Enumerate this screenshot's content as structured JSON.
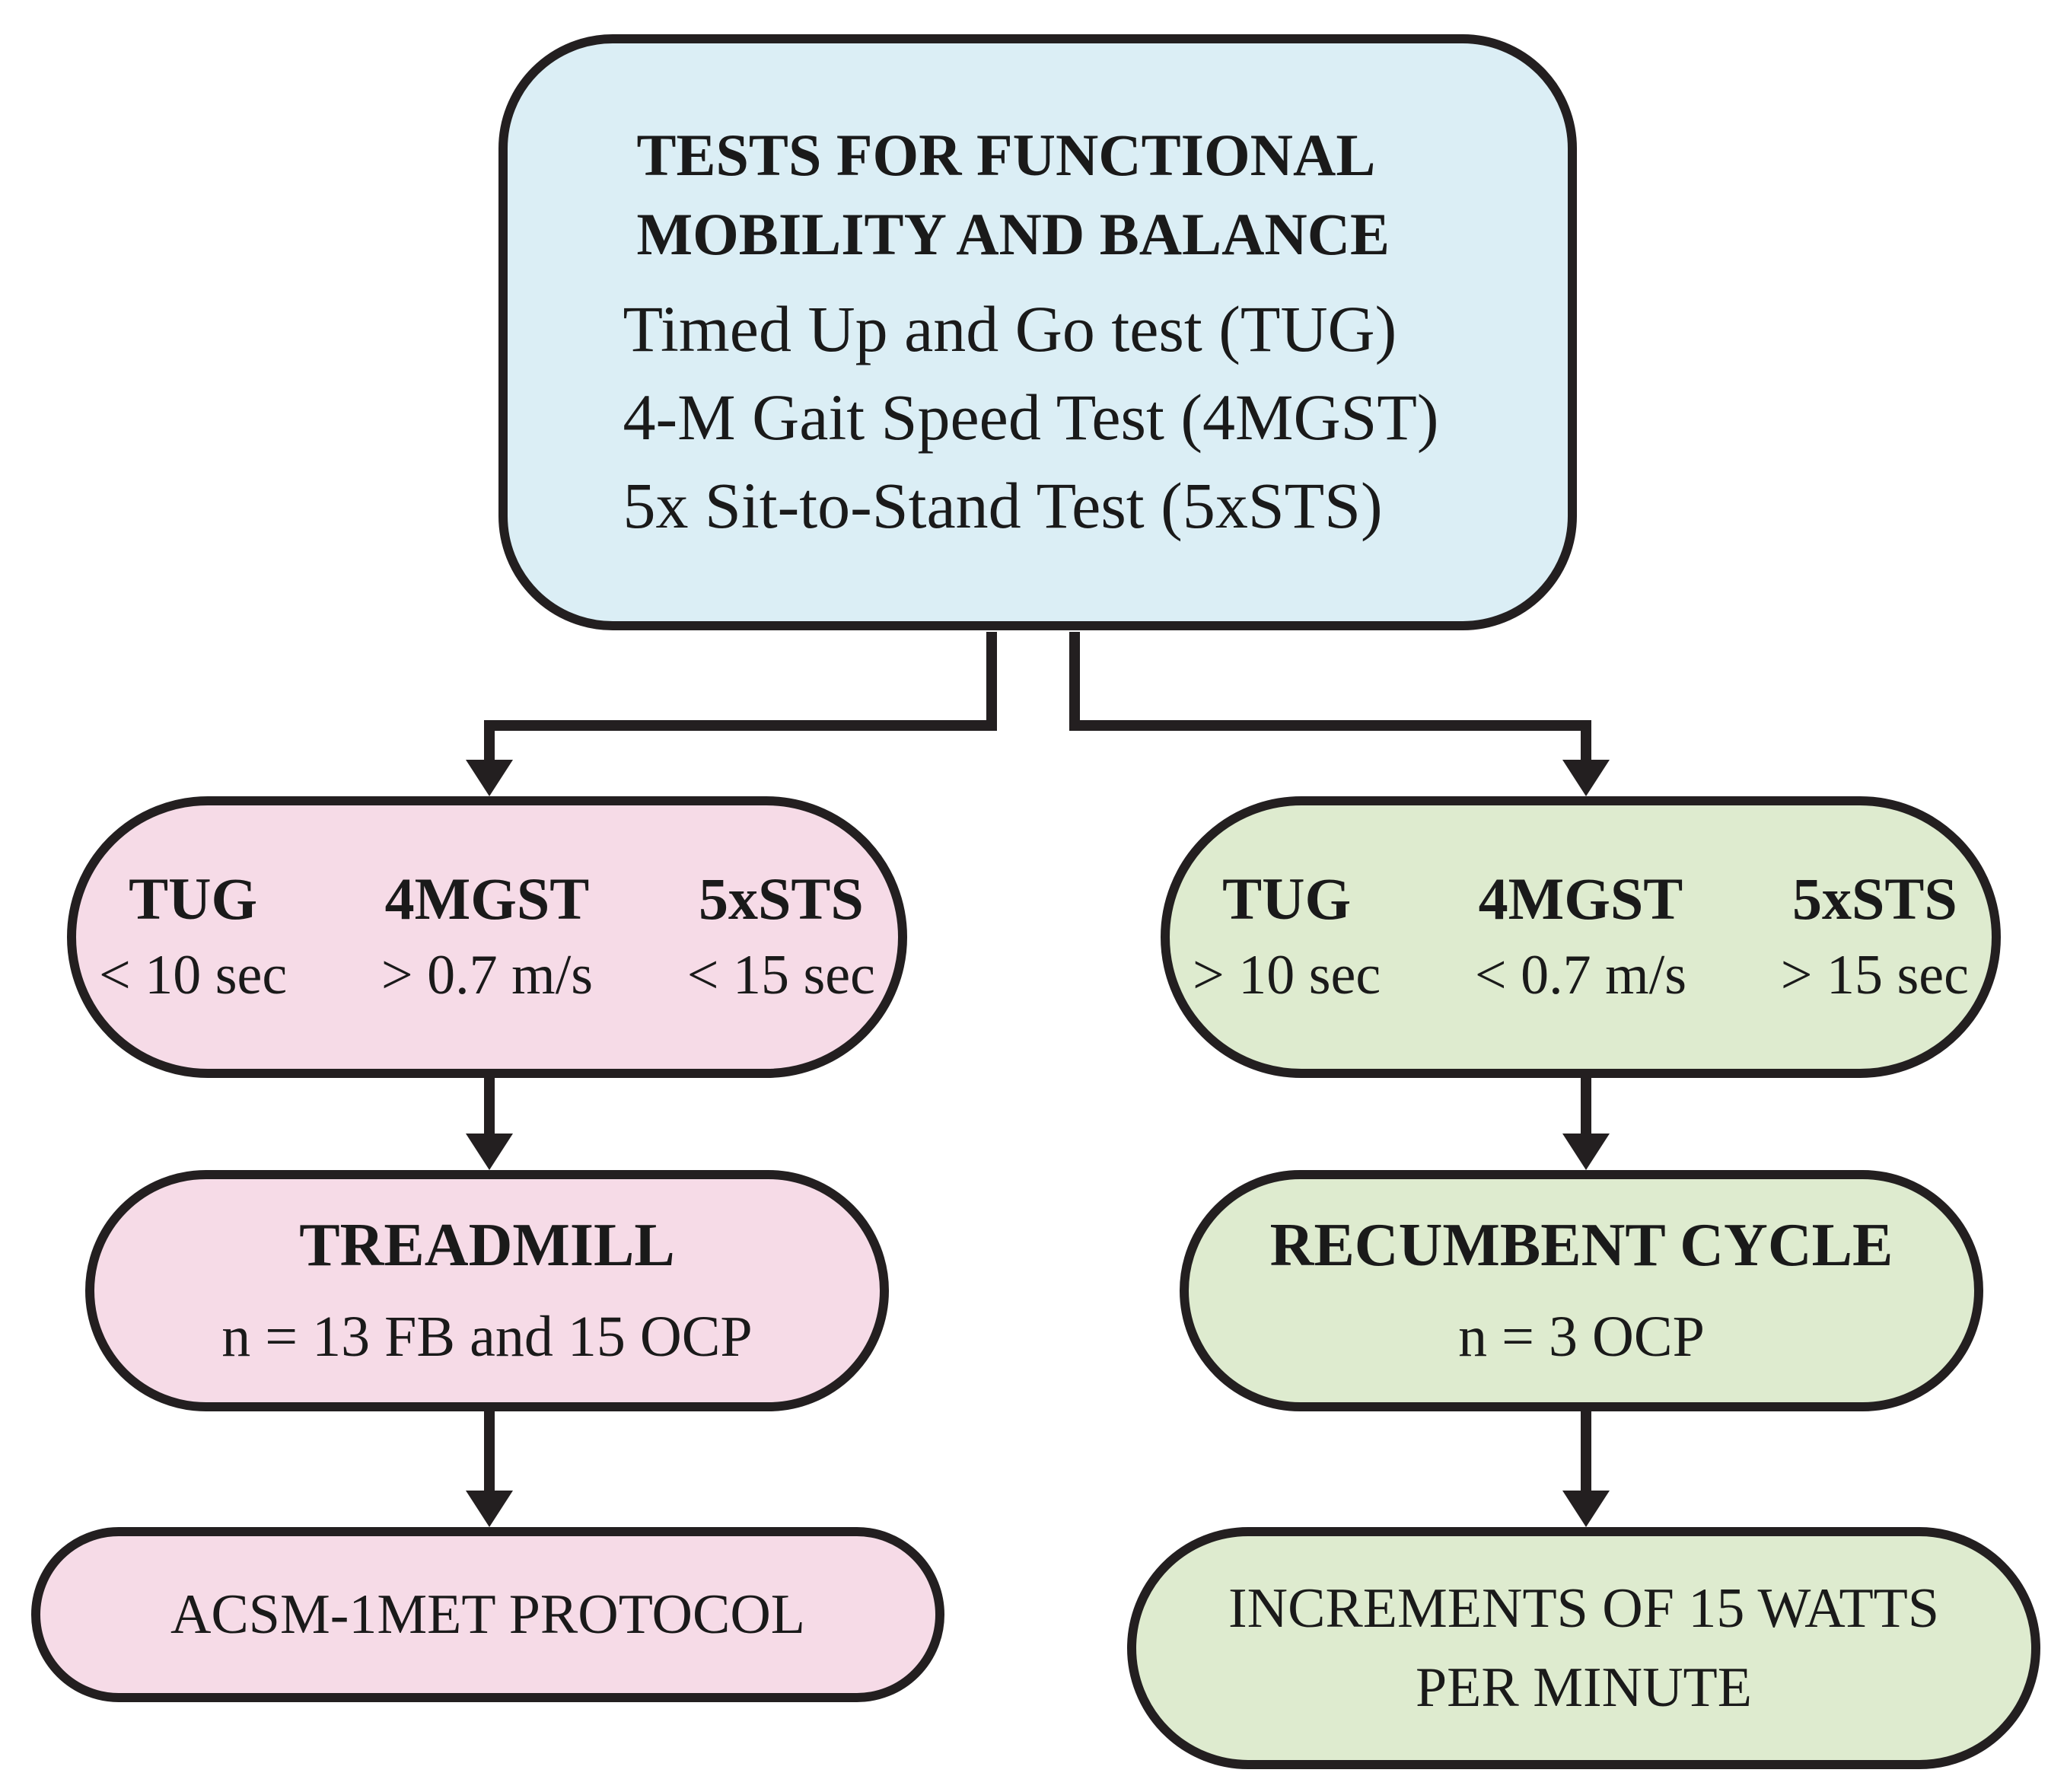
{
  "top": {
    "heading_line1": "TESTS FOR FUNCTIONAL",
    "heading_line2": "MOBILITY AND BALANCE",
    "tests": [
      "Timed Up and Go test (TUG)",
      "4-M Gait Speed Test (4MGST)",
      "5x Sit-to-Stand Test (5xSTS)"
    ]
  },
  "left": {
    "criteria": [
      {
        "name": "TUG",
        "value": "< 10 sec"
      },
      {
        "name": "4MGST",
        "value": "> 0.7 m/s"
      },
      {
        "name": "5xSTS",
        "value": "< 15 sec"
      }
    ],
    "mode_title": "TREADMILL",
    "mode_n": "n = 13 FB and 15 OCP",
    "protocol_lines": [
      "ACSM-1MET PROTOCOL"
    ]
  },
  "right": {
    "criteria": [
      {
        "name": "TUG",
        "value": "> 10 sec"
      },
      {
        "name": "4MGST",
        "value": "< 0.7 m/s"
      },
      {
        "name": "5xSTS",
        "value": "> 15 sec"
      }
    ],
    "mode_title": "RECUMBENT CYCLE",
    "mode_n": "n = 3 OCP",
    "protocol_lines": [
      "INCREMENTS OF 15 WATTS",
      "PER MINUTE"
    ]
  },
  "colors": {
    "top_fill": "#dbeef5",
    "left_fill": "#f6dbe7",
    "right_fill": "#deebcf",
    "stroke": "#231f20"
  }
}
